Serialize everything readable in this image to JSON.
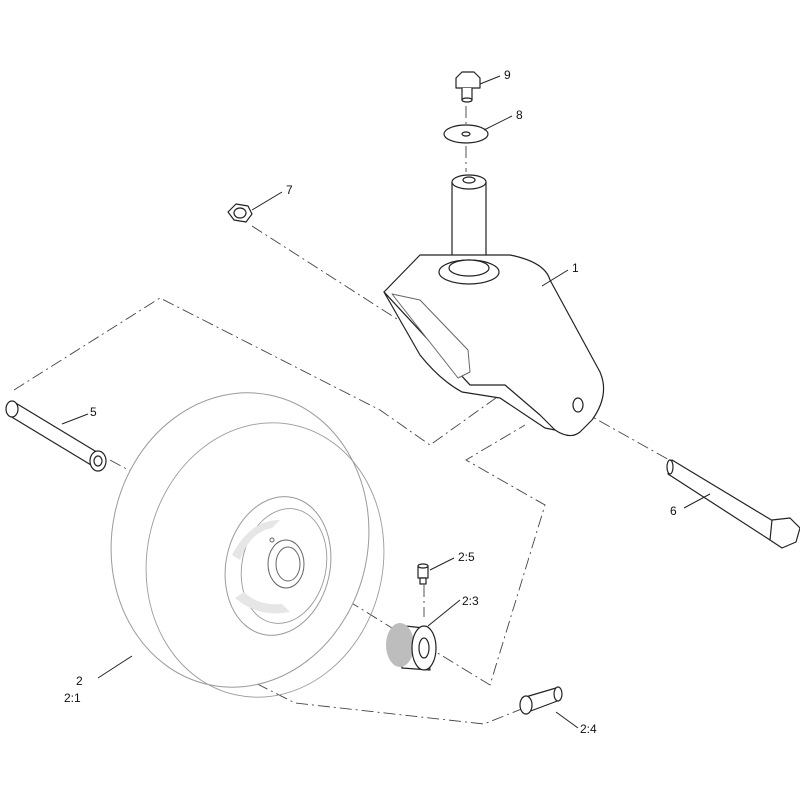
{
  "callouts": {
    "c1": "1",
    "c2": "2",
    "c2_1": "2:1",
    "c2_3": "2:3",
    "c2_4": "2:4",
    "c2_5": "2:5",
    "c5": "5",
    "c6": "6",
    "c7": "7",
    "c8": "8",
    "c9": "9"
  }
}
